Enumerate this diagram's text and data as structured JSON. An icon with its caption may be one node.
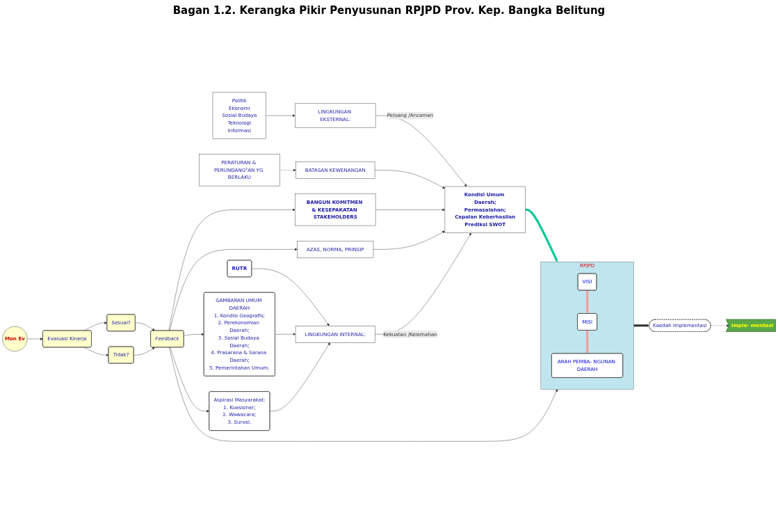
{
  "diagram": {
    "title": "Bagan 1.2. Kerangka Pikir Penyusunan RPJPD Prov. Kep. Bangka Belitung",
    "nodes": [
      {
        "text": [
          "PERATURAN & PERUNDANG²AN YG BERLAKU"
        ]
      },
      {
        "text": [
          "Politik",
          "Ekonomi",
          "Sosial Budaya",
          "Teknologi",
          "Informasi"
        ]
      },
      {
        "text": [
          "LINGKUNGAN EKSTERNAL:"
        ]
      },
      {
        "text": [
          "BATASAN KEWENANGAN"
        ]
      },
      {
        "text": [
          "BANGUN KOMITMEN & KESEPAKATAN STAKEHOLDERS"
        ]
      },
      {
        "text": [
          "Kondisi Umum Daerah;",
          "Permasalahan;",
          "Capaian Keberhasilan",
          "Prediksi SWOT"
        ]
      },
      {
        "text": [
          "AZAS, NORMA, PRINSIP"
        ]
      },
      {
        "text": [
          "LINGKUNGAN INTERNAL:"
        ]
      },
      {
        "text": [
          "RUTR"
        ]
      },
      {
        "text": [
          "GAMBARAN UMUM DAERAH",
          "1. Kondisi Geografis;",
          "2. Perekonomian Daerah;",
          "3. Sosial Budaya Daerah;",
          "4. Prasarana & Sarana Daerah;",
          "5. Pemerintahan Umum."
        ]
      },
      {
        "text": [
          "Aspirasi Masyarakat:",
          "1. Kuesioner;",
          "2. Wawacara;",
          "3. Survei."
        ]
      },
      {
        "text": [
          "Kaedah Implementasi"
        ]
      },
      {
        "text": [
          "RPJPD"
        ]
      },
      {
        "text": [
          "VISI"
        ],
        "in": 12
      },
      {
        "text": [
          "MISI"
        ],
        "in": 12
      },
      {
        "text": [
          "ARAH PEMBA- NGUNAN DAERAH"
        ],
        "in": 12
      },
      {
        "text": [
          "Imple- mentasi"
        ]
      },
      {
        "text": [
          "Mon Ev"
        ]
      },
      {
        "text": [
          "Evaluasi Kinerja"
        ]
      },
      {
        "text": [
          "Sesuai?"
        ]
      },
      {
        "text": [
          "Tidak?"
        ]
      },
      {
        "text": [
          "Feedback"
        ]
      }
    ],
    "edges": [
      {
        "from": 0,
        "to": 3,
        "arrow": "to",
        "style": "dashed"
      },
      {
        "from": 1,
        "to": 2,
        "arrow": "to"
      },
      {
        "from": 2,
        "to": 5,
        "arrow": "to",
        "label": "Peluang /Ancaman"
      },
      {
        "from": 3,
        "to": 5,
        "arrow": "to"
      },
      {
        "from": 4,
        "to": 5,
        "arrow": "to"
      },
      {
        "from": 6,
        "to": 5,
        "arrow": "to"
      },
      {
        "from": 7,
        "to": 5,
        "arrow": "to",
        "label": "Kekuatan /Kelemahan"
      },
      {
        "from": 8,
        "to": 7,
        "arrow": "to"
      },
      {
        "from": 9,
        "to": 7,
        "arrow": "to"
      },
      {
        "from": 10,
        "to": 7,
        "arrow": "to"
      },
      {
        "from": 5,
        "to": 12,
        "arrow": "to",
        "style": "thick",
        "color": "#00c896"
      },
      {
        "from": 12,
        "to": 11,
        "arrow": "to",
        "style": "thick"
      },
      {
        "from": 11,
        "to": 16,
        "arrow": "to",
        "style": "dashed"
      },
      {
        "from": 13,
        "to": 14,
        "arrow": "to",
        "style": "thick",
        "color": "#ff9999"
      },
      {
        "from": 14,
        "to": 15,
        "arrow": "to",
        "style": "thick",
        "color": "#ff9999"
      },
      {
        "from": 17,
        "to": 18,
        "arrow": "to"
      },
      {
        "from": 18,
        "to": 19,
        "arrow": "to"
      },
      {
        "from": 18,
        "to": 20,
        "arrow": "to"
      },
      {
        "from": 19,
        "to": 21,
        "arrow": "to"
      },
      {
        "from": 20,
        "to": 21,
        "arrow": "to"
      },
      {
        "from": 21,
        "to": 12,
        "arrow": "to"
      },
      {
        "from": 21,
        "to": 10,
        "arrow": "to"
      },
      {
        "from": 21,
        "to": 9,
        "arrow": "to"
      },
      {
        "from": 21,
        "to": 6,
        "arrow": "to"
      },
      {
        "from": 21,
        "to": 4,
        "arrow": "to"
      }
    ]
  }
}
